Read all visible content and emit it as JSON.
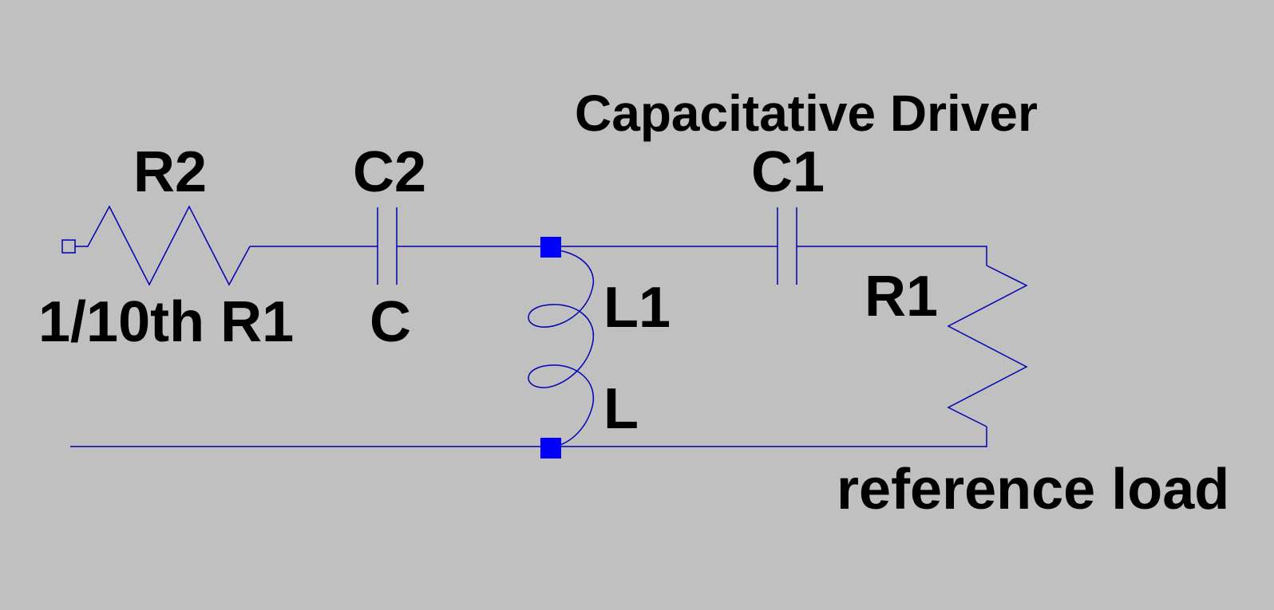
{
  "title": "Capacitative Driver",
  "components": {
    "r2": {
      "name": "R2",
      "value": "1/10th R1"
    },
    "c2": {
      "name": "C2",
      "value": "C"
    },
    "c1": {
      "name": "C1"
    },
    "l1": {
      "name": "L1",
      "value": "L"
    },
    "r1": {
      "name": "R1",
      "value": "reference load"
    }
  },
  "colors": {
    "background": "#c0c0c0",
    "wire": "#0000b4",
    "node": "#0000ff",
    "text": "#000000"
  }
}
